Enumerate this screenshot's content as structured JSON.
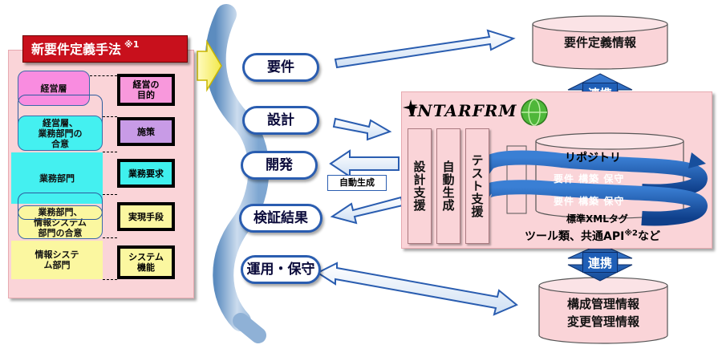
{
  "method": {
    "title": "新要件定義手法",
    "title_note": "※1",
    "orgs": [
      {
        "label": "経営層"
      },
      {
        "label": "経営層、\n業務部門の\n合意"
      },
      {
        "label": "業務部門"
      },
      {
        "label": "業務部門、\n情報システム\n部門の合意"
      },
      {
        "label": "情報システ\nム部門"
      }
    ],
    "goals": [
      {
        "label": "経営の\n目的"
      },
      {
        "label": "施策"
      },
      {
        "label": "業務要求"
      },
      {
        "label": "実現手段"
      },
      {
        "label": "システム\n機能"
      }
    ]
  },
  "phases": {
    "requirements": "要件",
    "design": "設計",
    "development": "開発",
    "verification": "検証結果",
    "operation": "運用・保守"
  },
  "auto_generate": "自動生成",
  "requirements_info": "要件定義情報",
  "config_info": "構成管理情報\n変更管理情報",
  "link_top": "連携",
  "link_bottom": "連携",
  "intarfrm": {
    "logo": "INTARFRM",
    "columns": [
      "設計支援",
      "自動生成",
      "テスト支援"
    ],
    "repository": "リポジトリ",
    "band1": "要件 構築 保守",
    "band2": "要件 構築 保守",
    "xml_tag": "標準XMLタグ",
    "tools": "ツール類、共通API",
    "tools_note": "※2",
    "tools_suffix": "など"
  },
  "colors": {
    "accent_red": "#c8101c",
    "panel_pink": "#fad4d8",
    "link_blue": "#1f5fb7",
    "arrow_blue": "#2a5db0"
  }
}
